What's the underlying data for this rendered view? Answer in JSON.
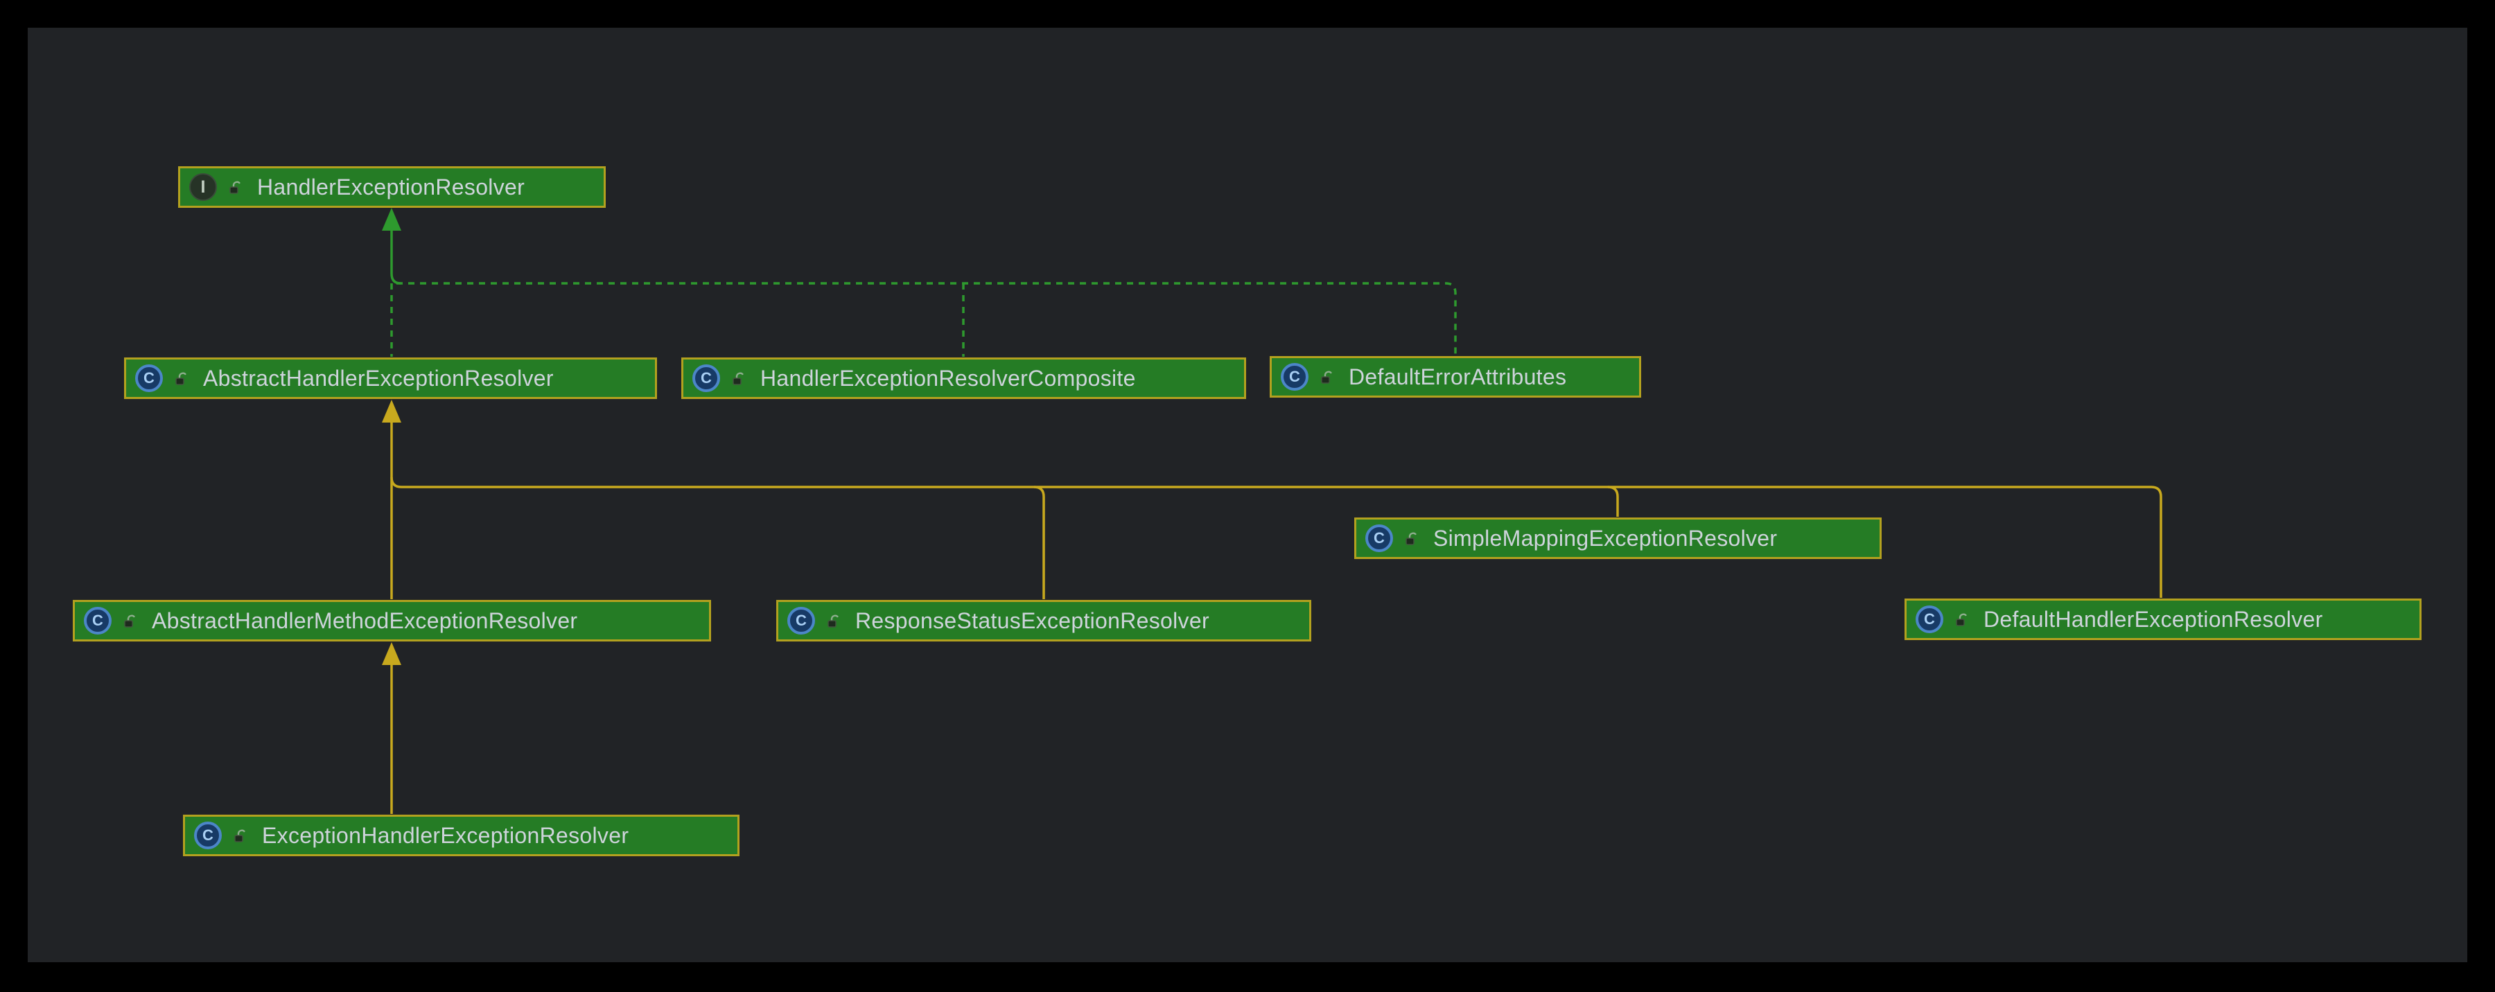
{
  "diagram": {
    "type": "uml-class-hierarchy",
    "nodes": [
      {
        "label": "HandlerExceptionResolver",
        "kind": "interface"
      },
      {
        "label": "AbstractHandlerExceptionResolver",
        "kind": "class"
      },
      {
        "label": "HandlerExceptionResolverComposite",
        "kind": "class"
      },
      {
        "label": "DefaultErrorAttributes",
        "kind": "class"
      },
      {
        "label": "SimpleMappingExceptionResolver",
        "kind": "class"
      },
      {
        "label": "AbstractHandlerMethodExceptionResolver",
        "kind": "class"
      },
      {
        "label": "ResponseStatusExceptionResolver",
        "kind": "class"
      },
      {
        "label": "DefaultHandlerExceptionResolver",
        "kind": "class"
      },
      {
        "label": "ExceptionHandlerExceptionResolver",
        "kind": "class"
      }
    ],
    "icon_letters": {
      "interface": "I",
      "class": "C"
    },
    "edges": [
      {
        "from": "AbstractHandlerExceptionResolver",
        "to": "HandlerExceptionResolver",
        "relation": "implements"
      },
      {
        "from": "HandlerExceptionResolverComposite",
        "to": "HandlerExceptionResolver",
        "relation": "implements"
      },
      {
        "from": "DefaultErrorAttributes",
        "to": "HandlerExceptionResolver",
        "relation": "implements"
      },
      {
        "from": "AbstractHandlerMethodExceptionResolver",
        "to": "AbstractHandlerExceptionResolver",
        "relation": "extends"
      },
      {
        "from": "ResponseStatusExceptionResolver",
        "to": "AbstractHandlerExceptionResolver",
        "relation": "extends"
      },
      {
        "from": "SimpleMappingExceptionResolver",
        "to": "AbstractHandlerExceptionResolver",
        "relation": "extends"
      },
      {
        "from": "DefaultHandlerExceptionResolver",
        "to": "AbstractHandlerExceptionResolver",
        "relation": "extends"
      },
      {
        "from": "ExceptionHandlerExceptionResolver",
        "to": "AbstractHandlerMethodExceptionResolver",
        "relation": "extends"
      }
    ],
    "colors": {
      "canvas_bg": "#212326",
      "frame_bg": "#000000",
      "node_fill": "#257C25",
      "node_border": "#B3A11F",
      "node_text": "#CED4DB",
      "implements_edge": "#2E9A2E",
      "extends_edge": "#C8A91E"
    }
  }
}
